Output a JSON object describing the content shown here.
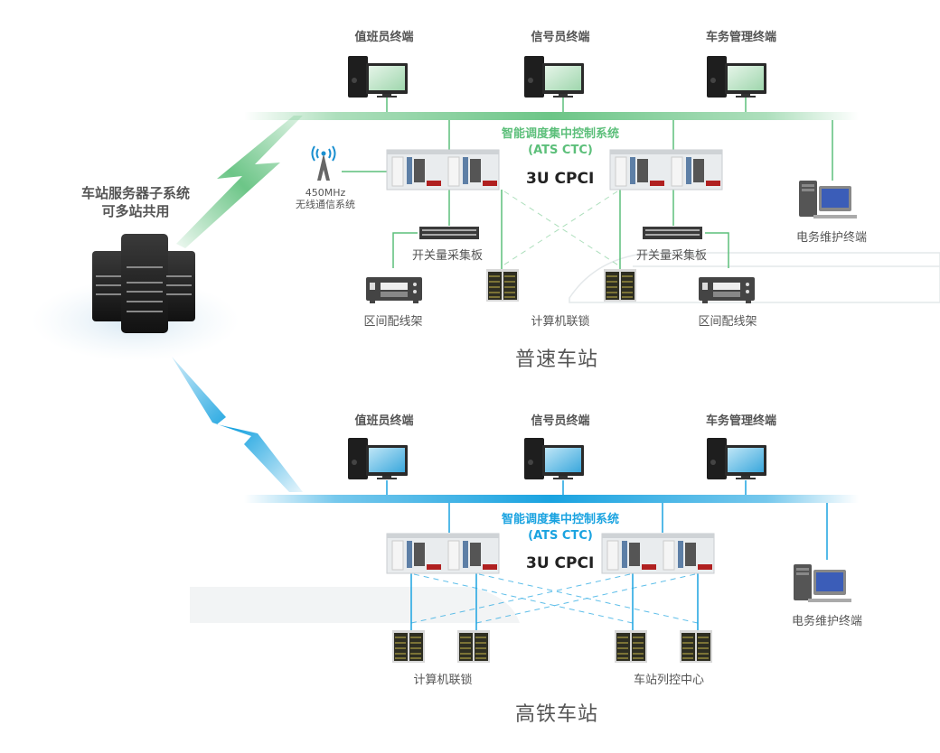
{
  "colors": {
    "normal_accent": "#5cbf7a",
    "high_speed_accent": "#1aa3e0",
    "label_text": "#555555",
    "cpci_text": "#222222"
  },
  "server": {
    "label_line1": "车站服务器子系统",
    "label_line2": "可多站共用",
    "icon": "server-cluster-icon"
  },
  "normal_station": {
    "title": "普速车站",
    "terminals": [
      "值班员终端",
      "信号员终端",
      "车务管理终端"
    ],
    "maintenance_terminal": "电务维护终端",
    "system_title_line1": "智能调度集中控制系统",
    "system_title_line2": "(ATS CTC)",
    "hardware_label": "3U CPCI",
    "radio_line1": "450MHz",
    "radio_line2": "无线通信系统",
    "io_board_left": "开关量采集板",
    "io_board_right": "开关量采集板",
    "rack_left": "区间配线架",
    "rack_right": "区间配线架",
    "interlock": "计算机联锁"
  },
  "high_speed_station": {
    "title": "高铁车站",
    "terminals": [
      "值班员终端",
      "信号员终端",
      "车务管理终端"
    ],
    "maintenance_terminal": "电务维护终端",
    "system_title_line1": "智能调度集中控制系统",
    "system_title_line2": "(ATS CTC)",
    "hardware_label": "3U CPCI",
    "interlock": "计算机联锁",
    "train_control_center": "车站列控中心"
  }
}
